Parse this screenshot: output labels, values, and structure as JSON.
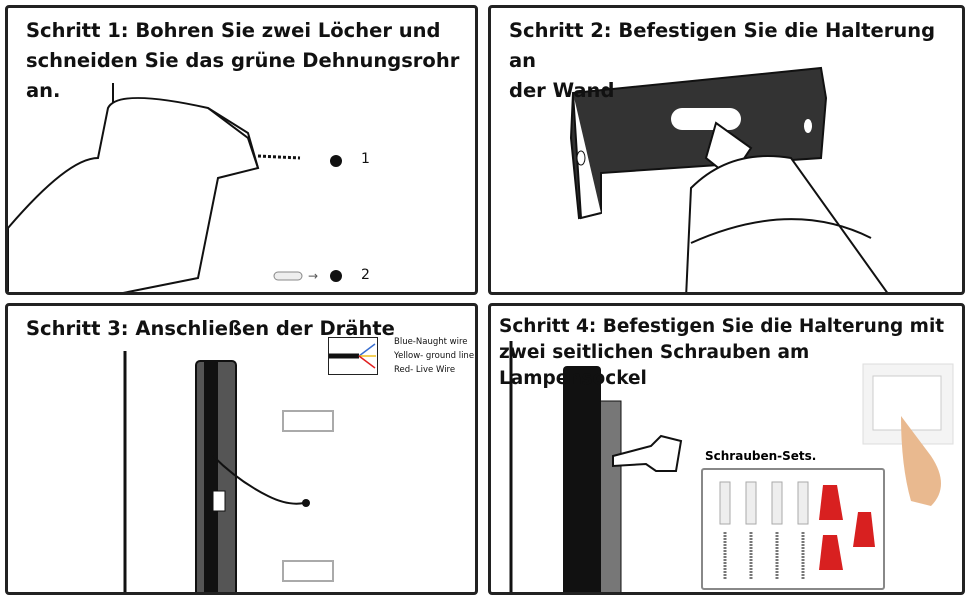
{
  "steps": [
    {
      "title": "Schritt 1: Bohren Sie zwei Löcher und\nschneiden Sie das grüne Dehnungsrohr an.",
      "hole_labels": [
        "1",
        "2"
      ]
    },
    {
      "title": "Schritt 2: Befestigen Sie die Halterung an\nder Wand"
    },
    {
      "title": "Schritt 3: Anschließen der Drähte",
      "wire_legend": [
        "Blue-Naught wire",
        "Yellow- ground line",
        "Red- Live Wire"
      ]
    },
    {
      "title": "Schritt 4: Befestigen Sie die Halterung mit\nzwei seitlichen Schrauben am Lampensockel",
      "sets_label": "Schrauben-Sets."
    }
  ],
  "colors": {
    "wire_blue": "#3a6fd0",
    "wire_yellow": "#f0c020",
    "wire_red": "#e02020",
    "connector_red": "#d82020"
  }
}
